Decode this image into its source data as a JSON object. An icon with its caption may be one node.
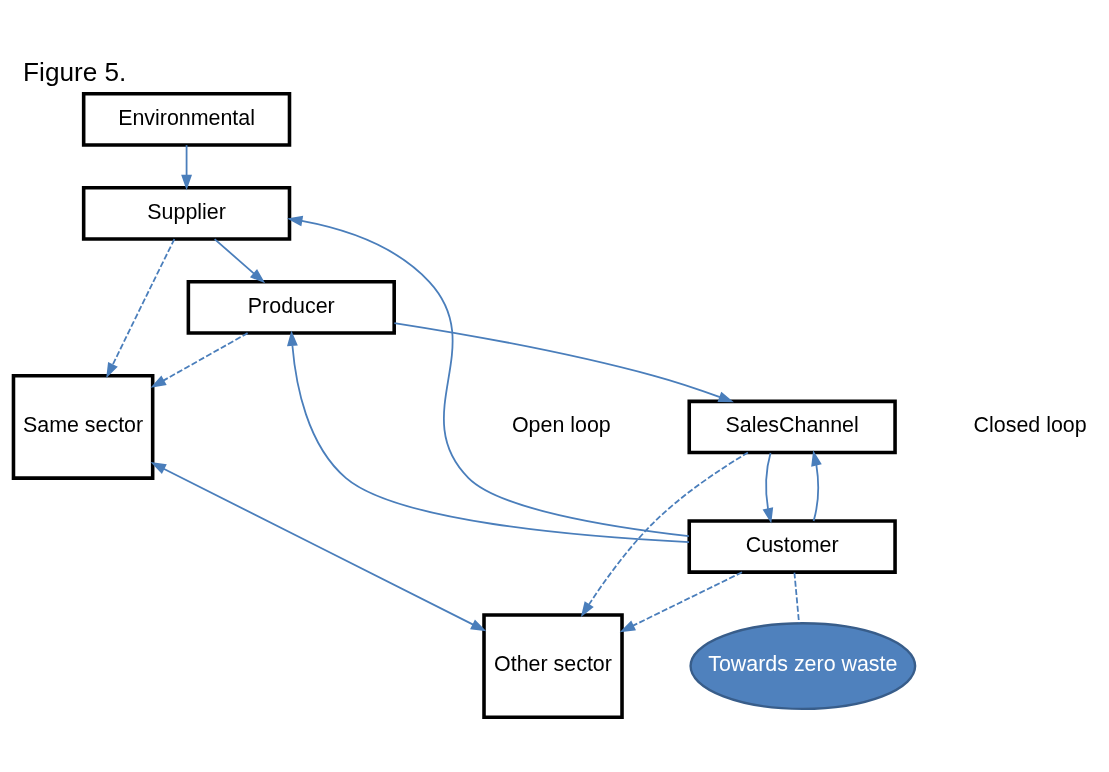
{
  "diagram": {
    "title": "Figure 5.",
    "nodes": [
      {
        "text": [
          "Environmental"
        ]
      },
      {
        "text": [
          "Supplier"
        ]
      },
      {
        "text": [
          "Producer"
        ]
      },
      {
        "text": [
          "SalesChannel"
        ]
      },
      {
        "text": [
          "Customer"
        ]
      },
      {
        "text": [
          "Same sector"
        ]
      },
      {
        "text": [
          "Other sector"
        ]
      },
      {
        "text": [
          "Towards zero waste"
        ]
      }
    ],
    "edges": [
      {
        "from": 0,
        "to": 1,
        "arrow": "to"
      },
      {
        "from": 1,
        "to": 2,
        "arrow": "to"
      },
      {
        "from": 2,
        "to": 3,
        "arrow": "to"
      },
      {
        "from": 3,
        "to": 4,
        "arrow": "to"
      },
      {
        "from": 4,
        "to": 1,
        "arrow": "to"
      },
      {
        "from": 4,
        "to": 2,
        "arrow": "to"
      },
      {
        "from": 4,
        "to": 3,
        "arrow": "to"
      },
      {
        "from": 1,
        "to": 5,
        "arrow": "to",
        "style": "dashed"
      },
      {
        "from": 2,
        "to": 5,
        "arrow": "to",
        "style": "dashed"
      },
      {
        "from": 3,
        "to": 6,
        "arrow": "to",
        "style": "dashed"
      },
      {
        "from": 4,
        "to": 6,
        "arrow": "to",
        "style": "dashed"
      },
      {
        "from": 5,
        "to": 6,
        "arrow": "both"
      },
      {
        "from": 4,
        "to": 7,
        "arrow": "none",
        "style": "dashed"
      }
    ],
    "labels": [
      "Open loop",
      "Closed loop"
    ]
  }
}
